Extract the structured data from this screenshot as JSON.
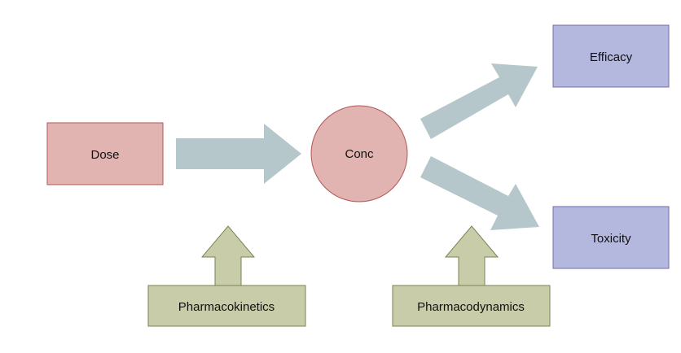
{
  "diagram": {
    "nodes": {
      "dose": {
        "label": "Dose",
        "fill": "#e2b4b1",
        "stroke": "#b25656"
      },
      "conc": {
        "label": "Conc",
        "fill": "#e2b4b1",
        "stroke": "#b25656"
      },
      "efficacy": {
        "label": "Efficacy",
        "fill": "#b4b7de",
        "stroke": "#6c6fa8"
      },
      "toxicity": {
        "label": "Toxicity",
        "fill": "#b4b7de",
        "stroke": "#6c6fa8"
      },
      "pharmacokinetics": {
        "label": "Pharmacokinetics",
        "fill": "#c8cca8",
        "stroke": "#7a8552"
      },
      "pharmacodynamics": {
        "label": "Pharmacodynamics",
        "fill": "#c8cca8",
        "stroke": "#7a8552"
      }
    },
    "edges": [
      {
        "from": "dose",
        "to": "conc"
      },
      {
        "from": "conc",
        "to": "efficacy"
      },
      {
        "from": "conc",
        "to": "toxicity"
      },
      {
        "from": "pharmacokinetics",
        "to": "dose-conc"
      },
      {
        "from": "pharmacodynamics",
        "to": "conc-outcomes"
      }
    ],
    "colors": {
      "flow_arrow": "#b5c7cb",
      "influence_arrow": "#c8cca8",
      "influence_arrow_stroke": "#7a8552"
    }
  }
}
